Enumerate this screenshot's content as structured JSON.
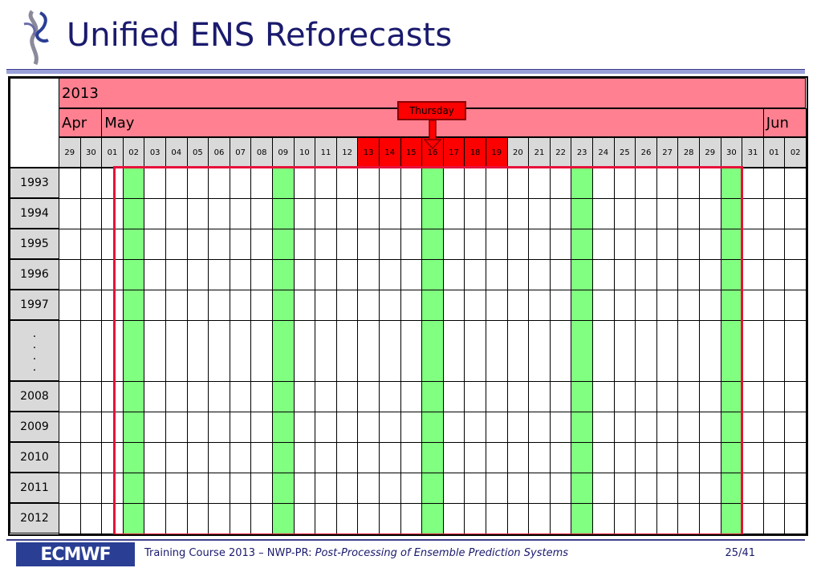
{
  "title": "Unified ENS Reforecasts",
  "year": "2013",
  "months": [
    "Apr",
    "May",
    "Jun"
  ],
  "days": [
    "29",
    "30",
    "01",
    "02",
    "03",
    "04",
    "05",
    "06",
    "07",
    "08",
    "09",
    "10",
    "11",
    "12",
    "13",
    "14",
    "15",
    "16",
    "17",
    "18",
    "19",
    "20",
    "21",
    "22",
    "23",
    "24",
    "25",
    "26",
    "27",
    "28",
    "29",
    "30",
    "31",
    "01",
    "02"
  ],
  "highlighted_week_days": [
    "13",
    "14",
    "15",
    "16",
    "17",
    "18",
    "19"
  ],
  "green_columns_days": [
    "02",
    "09",
    "16",
    "23",
    "30"
  ],
  "rows": [
    "1993",
    "1994",
    "1995",
    "1996",
    "1997",
    ". . . .",
    "2008",
    "2009",
    "2010",
    "2011",
    "2012"
  ],
  "callout": "Thursday",
  "footer": {
    "logo": "ECMWF",
    "text_plain": "Training Course 2013 – NWP-PR: ",
    "text_italic": "Post-Processing of Ensemble Prediction Systems",
    "page": "25/41"
  },
  "colors": {
    "header_pink": "#ff8090",
    "week_red": "#ff0000",
    "green": "#80ff80",
    "day_gray": "#d9d9d9",
    "frame_red": "#e8103a"
  }
}
